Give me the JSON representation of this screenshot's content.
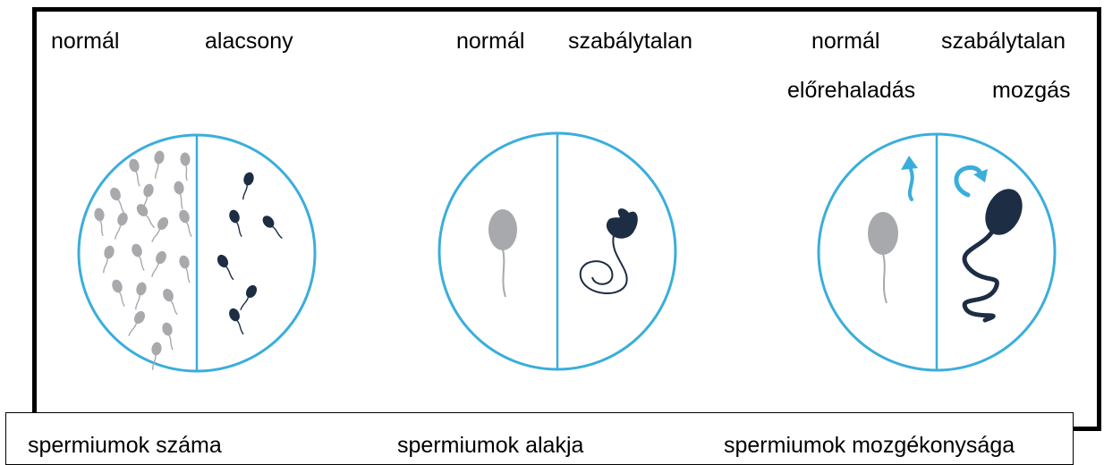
{
  "panels": {
    "count": {
      "left_label": "normál",
      "right_label": "alacsony"
    },
    "shape": {
      "left_label": "normál",
      "right_label": "szabálytalan"
    },
    "motility": {
      "left_label": "normál",
      "right_label": "szabálytalan",
      "left_label2": "előrehaladás",
      "right_label2": "mozgás"
    }
  },
  "captions": {
    "count": "spermiumok száma",
    "shape": "spermiumok alakja",
    "motility": "spermiumok mozgékonysága"
  },
  "colors": {
    "circle": "#3aaedb",
    "normal_sperm": "#a7a9ac",
    "abnormal_sperm": "#1c2d44",
    "arrow": "#3aaedb",
    "frame": "#000000"
  }
}
